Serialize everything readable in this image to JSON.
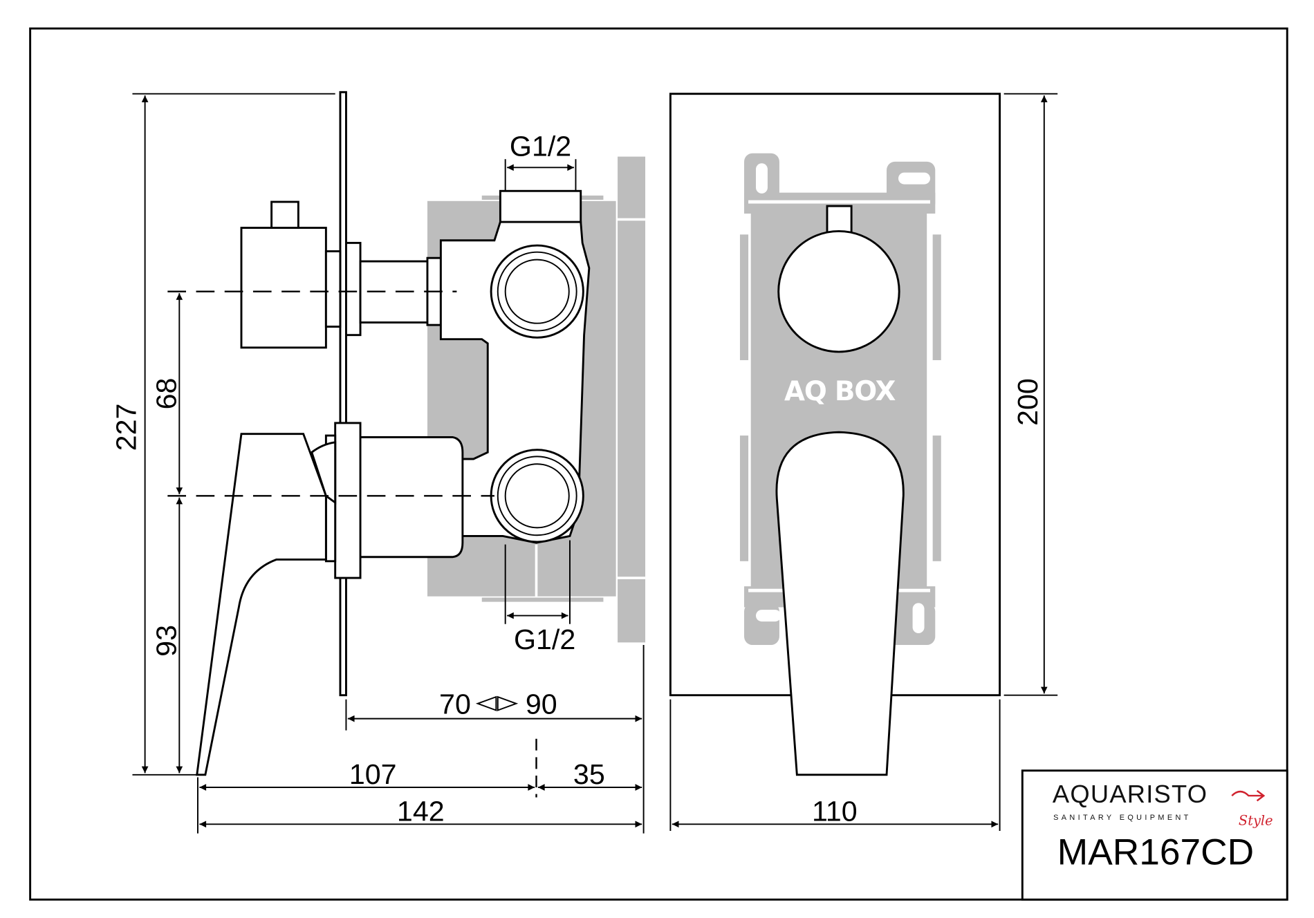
{
  "drawing": {
    "dimensions": {
      "total_height": "227",
      "upper_offset": "68",
      "lower_offset": "93",
      "depth_range_min": "70",
      "depth_range_max": "90",
      "depth_range_symbol": "<->",
      "front_depth": "107",
      "rear_depth": "35",
      "total_depth": "142",
      "plate_height": "200",
      "plate_width": "110"
    },
    "thread_top": "G1/2",
    "thread_bottom": "G1/2",
    "box_label": "AQ BOX"
  },
  "title_block": {
    "brand": "AQUARISTO",
    "brand_tagline": "SANITARY EQUIPMENT",
    "brand_style": "Style",
    "model": "MAR167CD",
    "accent_color": "#d0222e"
  }
}
